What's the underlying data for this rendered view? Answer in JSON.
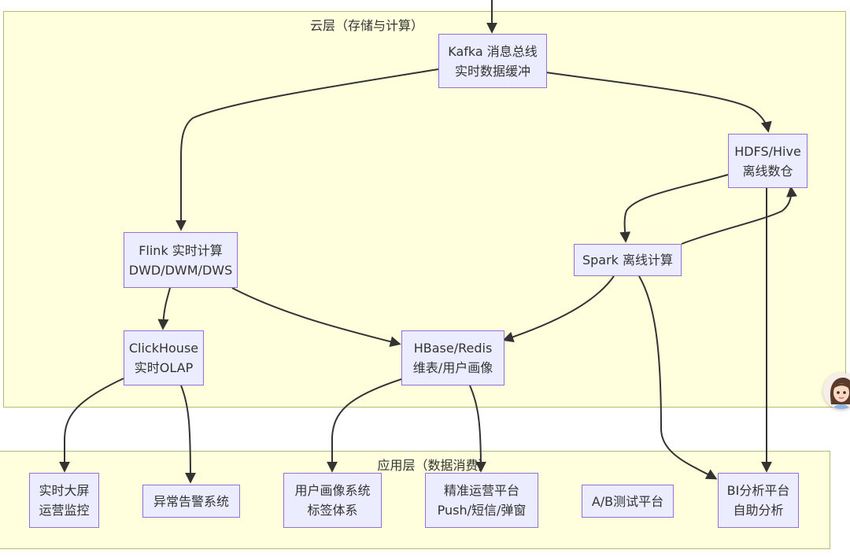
{
  "clusters": {
    "cloud": {
      "title": "云层（存储与计算）"
    },
    "app": {
      "title": "应用层（数据消费）"
    }
  },
  "nodes": {
    "kafka": {
      "line1": "Kafka 消息总线",
      "line2": "实时数据缓冲"
    },
    "hdfs": {
      "line1": "HDFS/Hive",
      "line2": "离线数仓"
    },
    "flink": {
      "line1": "Flink 实时计算",
      "line2": "DWD/DWM/DWS"
    },
    "spark": {
      "line1": "Spark 离线计算"
    },
    "clickhouse": {
      "line1": "ClickHouse",
      "line2": "实时OLAP"
    },
    "hbase": {
      "line1": "HBase/Redis",
      "line2": "维表/用户画像"
    },
    "dashboard": {
      "line1": "实时大屏",
      "line2": "运营监控"
    },
    "alert": {
      "line1": "异常告警系统"
    },
    "profile": {
      "line1": "用户画像系统",
      "line2": "标签体系"
    },
    "marketing": {
      "line1": "精准运营平台",
      "line2": "Push/短信/弹窗"
    },
    "abtest": {
      "line1": "A/B测试平台"
    },
    "bi": {
      "line1": "BI分析平台",
      "line2": "自助分析"
    }
  },
  "colors": {
    "cluster_fill": "#ffffde",
    "cluster_border": "#b6bd6e",
    "node_fill": "#ececff",
    "node_border": "#9370db",
    "edge": "#333333"
  }
}
